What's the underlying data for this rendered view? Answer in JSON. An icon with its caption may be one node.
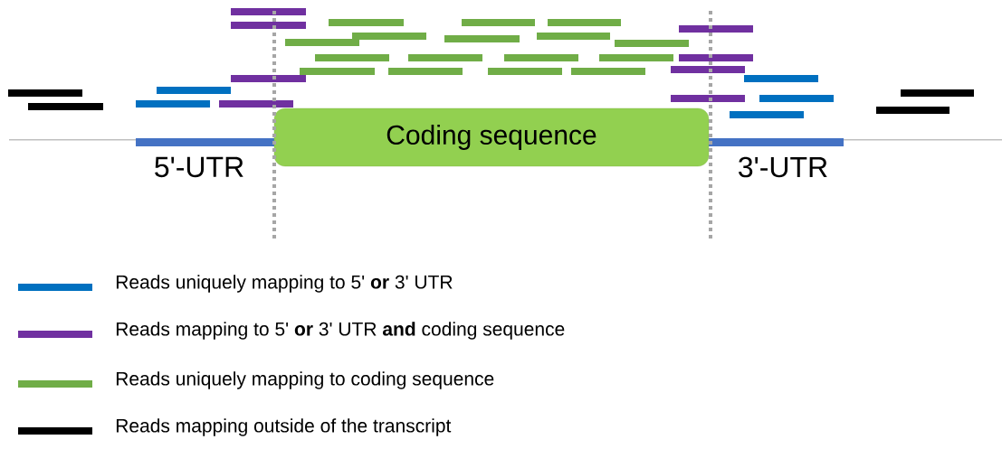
{
  "diagram": {
    "nodes": [
      {
        "text": [
          "Coding sequence"
        ]
      }
    ],
    "labels": [
      "5'-UTR",
      "3'-UTR"
    ],
    "legend": [
      {
        "text": "Reads uniquely mapping to 5' **or** 3' UTR",
        "color": "#0070c0"
      },
      {
        "text": "Reads mapping to 5' **or** 3' UTR **and** coding sequence",
        "color": "#7030a0"
      },
      {
        "text": "Reads uniquely mapping to coding sequence",
        "color": "#70ad47"
      },
      {
        "text": "Reads mapping outside of the transcript",
        "color": "#000000"
      }
    ]
  }
}
